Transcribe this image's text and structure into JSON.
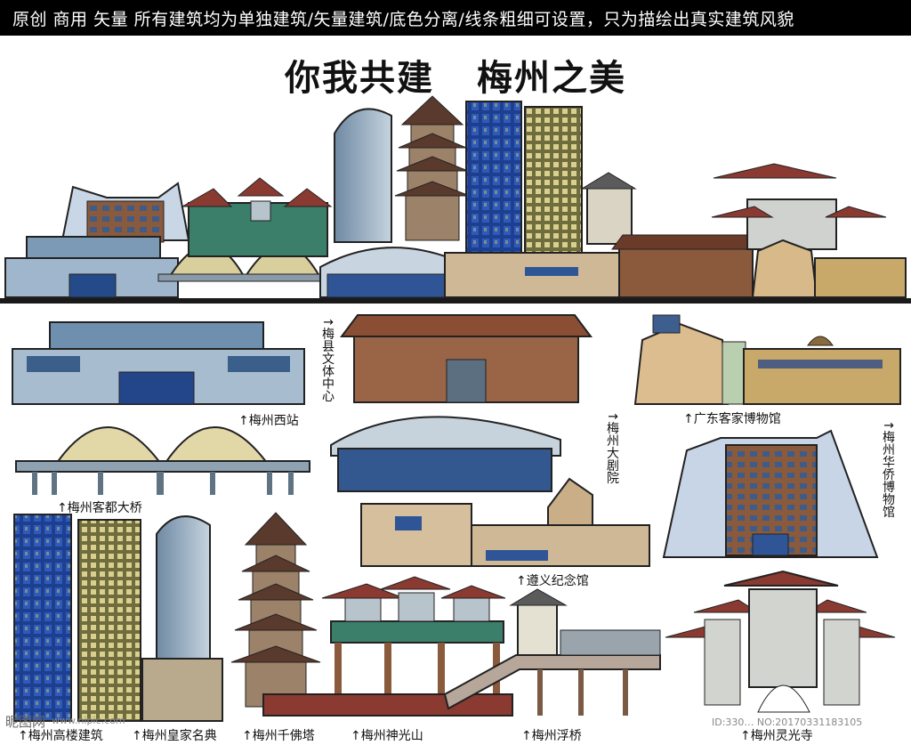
{
  "banner": {
    "text": "原创 商用 矢量 所有建筑均为单独建筑/矢量建筑/底色分离/线条粗细可设置，只为描绘出真实建筑风貌"
  },
  "title": {
    "part1": "你我共建",
    "part2": "梅州之美"
  },
  "labels": {
    "meizhou_west_station": "↑梅州西站",
    "kedu_bridge": "↑梅州客都大桥",
    "wenti_center": "↑梅县文体中心",
    "grand_theater": "↑梅州大剧院",
    "zunyi_memorial": "↑遵义纪念馆",
    "hakka_museum": "↑广东客家博物馆",
    "overseas_museum": "↑梅州华侨博物馆",
    "high_rise": "↑梅州高楼建筑",
    "huangjia_mingdian": "↑梅州皇家名典",
    "qianfo_pagoda": "↑梅州千佛塔",
    "shenguang_mountain": "↑梅州神光山",
    "floating_bridge": "↑梅州浮桥",
    "lingguang_temple": "↑梅州灵光寺"
  },
  "watermark": {
    "left": "昵图网",
    "site": "www.nipic.com",
    "id": "ID:330… NO:20170331183105"
  }
}
